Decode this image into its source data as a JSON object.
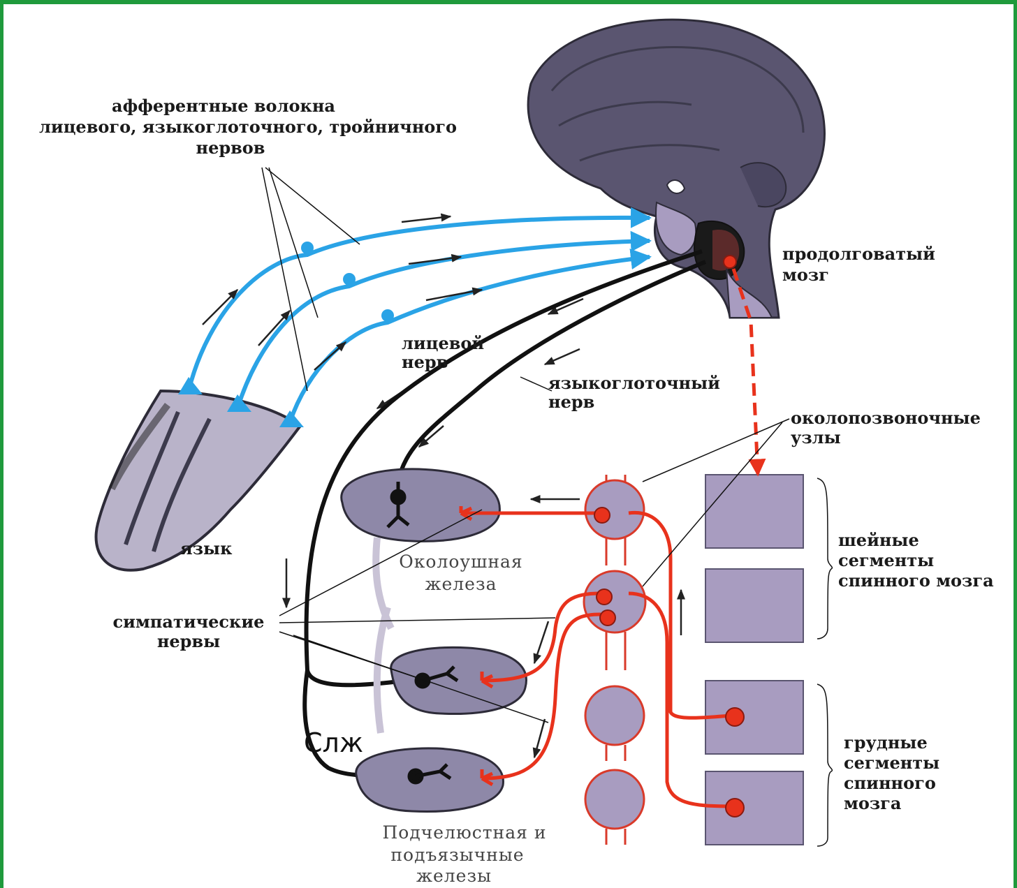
{
  "colors": {
    "frame": "#1f9a3c",
    "afferent": "#2aa3e6",
    "efferent": "#111111",
    "sympathetic": "#e8321c",
    "tissue": "#a89cc0",
    "tissue_dark": "#5a5570"
  },
  "labels": {
    "afferent_l1": "афферентные волокна",
    "afferent_l2": "лицевого, языкоглоточного, тройничного",
    "afferent_l3": "нервов",
    "medulla_l1": "продолговатый",
    "medulla_l2": "мозг",
    "facial_l1": "лицевой",
    "facial_l2": "нерв",
    "glosso_l1": "языкоглоточный",
    "glosso_l2": "нерв",
    "paravert_l1": "околопозвоночные",
    "paravert_l2": "узлы",
    "tongue": "язык",
    "parotid_l1": "Околоушная",
    "parotid_l2": "железа",
    "symp_l1": "симпатические",
    "symp_l2": "нервы",
    "cervical_l1": "шейные",
    "cervical_l2": "сегменты",
    "cervical_l3": "спинного мозга",
    "slzh": "Слж",
    "thoracic_l1": "грудные",
    "thoracic_l2": "сегменты",
    "thoracic_l3": "спинного",
    "thoracic_l4": "мозга",
    "submand_l1": "Подчелюстная и",
    "submand_l2": "подъязычные",
    "submand_l3": "железы"
  }
}
